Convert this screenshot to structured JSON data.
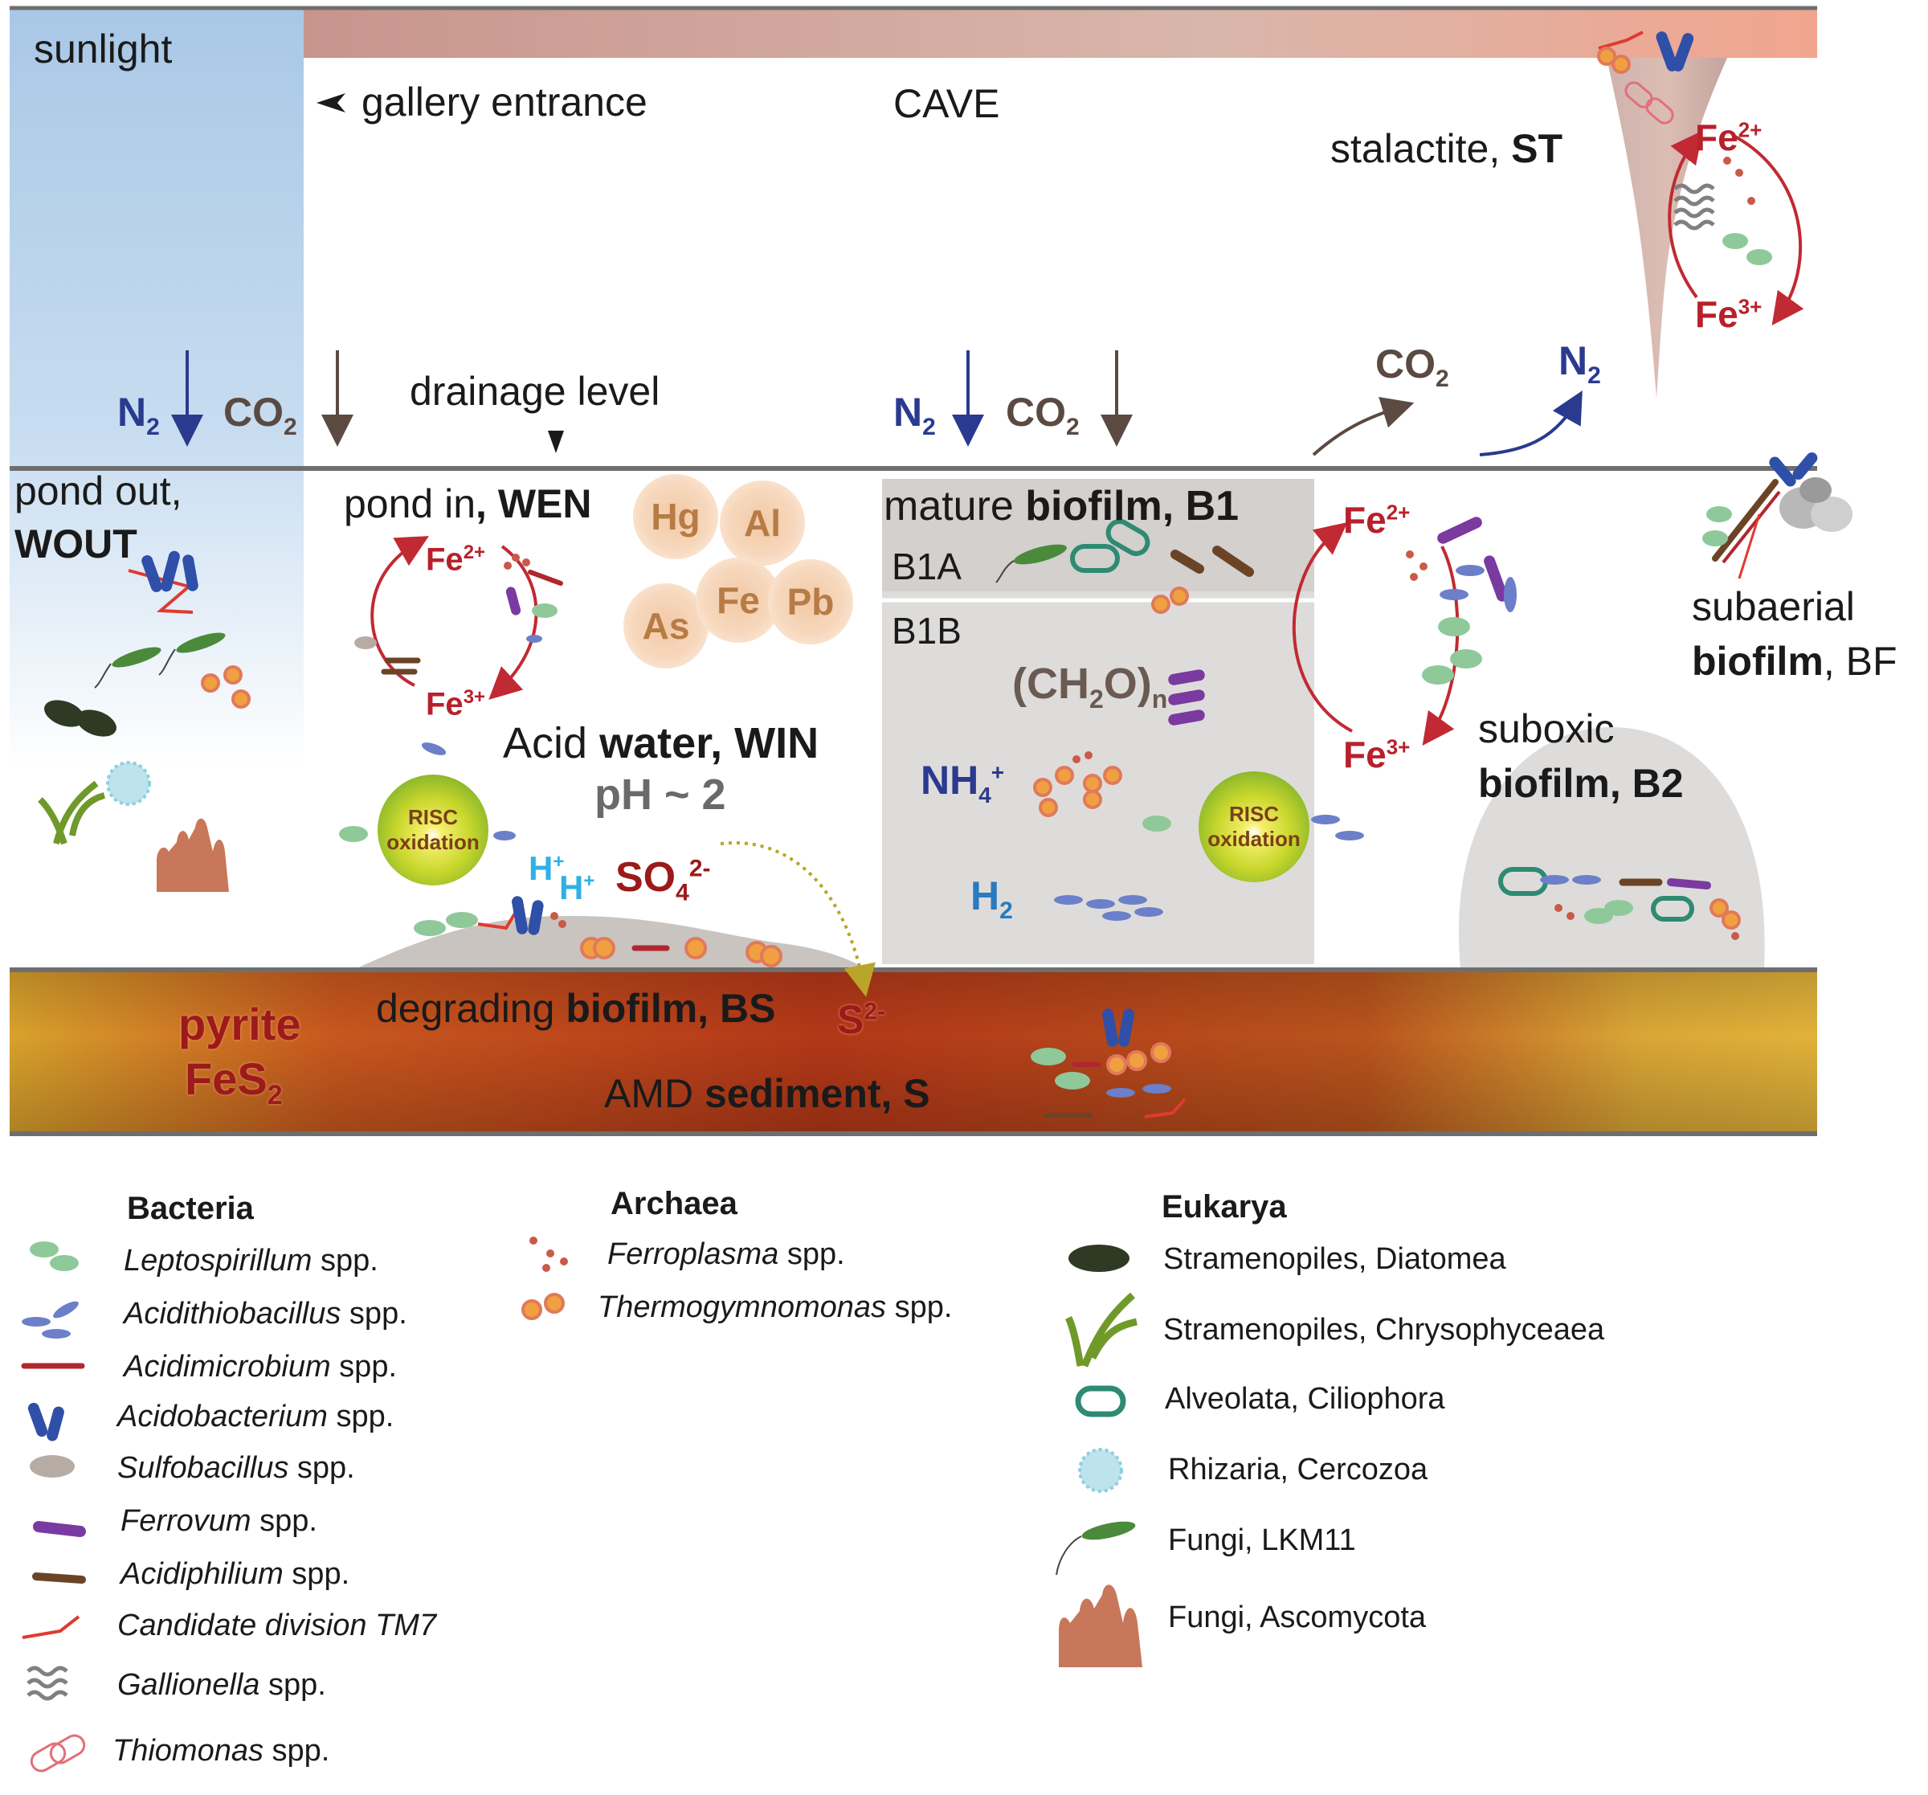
{
  "scene": {
    "sunlight": "sunlight",
    "gallery_entrance": "gallery entrance",
    "cave": "CAVE",
    "stalactite": {
      "text": "stalactite, ",
      "code": "ST"
    },
    "drainage_level": "drainage level",
    "gas_left": {
      "n2": "N",
      "n2_sub": "2",
      "co2": "CO",
      "co2_sub": "2"
    },
    "gas_mid": {
      "n2": "N",
      "n2_sub": "2",
      "co2": "CO",
      "co2_sub": "2"
    },
    "gas_right": {
      "co2": "CO",
      "co2_sub": "2",
      "n2": "N",
      "n2_sub": "2"
    },
    "pond_out": {
      "line1": "pond out,",
      "line2": "WOUT"
    },
    "pond_in": {
      "text": "pond in",
      "code": ", WEN"
    },
    "metals": [
      "Hg",
      "Al",
      "As",
      "Fe",
      "Pb"
    ],
    "acid_water": {
      "text1": "Acid ",
      "text2": "water, WIN",
      "ph": "pH ~ 2"
    },
    "protons": [
      "H",
      "+",
      "H",
      "+"
    ],
    "sulfate": {
      "text": "SO",
      "sub": "4",
      "sup": "2-"
    },
    "sulfide": {
      "text": "S",
      "sup": "2-"
    },
    "risc": {
      "line1": "RISC",
      "line2": "oxidation"
    },
    "iron_cycle": {
      "fe2": "Fe",
      "fe2_sup": "2+",
      "fe3": "Fe",
      "fe3_sup": "3+"
    },
    "mature_biofilm": {
      "text1": "mature ",
      "text2": "biofilm, B1",
      "b1a": "B1A",
      "b1b": "B1B"
    },
    "organic": {
      "text": "(CH",
      "sub1": "2",
      "mid": "O)",
      "sub2": "n"
    },
    "ammonium": {
      "text": "NH",
      "sub": "4",
      "sup": "+"
    },
    "hydrogen": {
      "text": "H",
      "sub": "2"
    },
    "suboxic": {
      "line1": "suboxic",
      "line2": "biofilm, B2"
    },
    "subaerial": {
      "line1": "subaerial",
      "line2a": "biofilm",
      "line2b": ", BF"
    },
    "degrading": {
      "text1": "degrading ",
      "text2": "biofilm, BS"
    },
    "sediment": {
      "text1": "AMD ",
      "text2": "sediment, S"
    },
    "pyrite": {
      "line1": "pyrite",
      "line2": "FeS",
      "sub": "2"
    }
  },
  "legend": {
    "bacteria": {
      "title": "Bacteria",
      "items": [
        {
          "name": "Leptospirillum",
          "suffix": " spp.",
          "color": "#8fc99a"
        },
        {
          "name": "Acidithiobacillus",
          "suffix": " spp.",
          "color": "#6c7fc9"
        },
        {
          "name": "Acidimicrobium",
          "suffix": " spp.",
          "color": "#b0272f"
        },
        {
          "name": "Acidobacterium",
          "suffix": " spp.",
          "color": "#2f4fa8"
        },
        {
          "name": "Sulfobacillus",
          "suffix": " spp.",
          "color": "#b7aca4"
        },
        {
          "name": "Ferrovum",
          "suffix": " spp.",
          "color": "#7a3aa0"
        },
        {
          "name": "Acidiphilium",
          "suffix": " spp.",
          "color": "#6b4426"
        },
        {
          "name": "Candidate division TM7",
          "suffix": "",
          "color": "#e03a2f"
        },
        {
          "name": "Gallionella",
          "suffix": " spp.",
          "color": "#808080"
        },
        {
          "name": "Thiomonas",
          "suffix": " spp.",
          "color": "#e2707a"
        }
      ]
    },
    "archaea": {
      "title": "Archaea",
      "items": [
        {
          "name": "Ferroplasma",
          "suffix": " spp.",
          "color": "#c95a4a"
        },
        {
          "name": "Thermogymnomonas",
          "suffix": " spp.",
          "color": "#f0a040"
        }
      ]
    },
    "eukarya": {
      "title": "Eukarya",
      "items": [
        {
          "label": "Stramenopiles, Diatomea",
          "color": "#2e3a24"
        },
        {
          "label": "Stramenopiles, Chrysophyceaea",
          "color": "#6f9a2a"
        },
        {
          "label": "Alveolata, Ciliophora",
          "color": "#2e8a73"
        },
        {
          "label": "Rhizaria, Cercozoa",
          "color": "#a9dbe6"
        },
        {
          "label": "Fungi, LKM11",
          "color": "#4a8a3a"
        },
        {
          "label": "Fungi, Ascomycota",
          "color": "#c8775a"
        }
      ]
    }
  }
}
